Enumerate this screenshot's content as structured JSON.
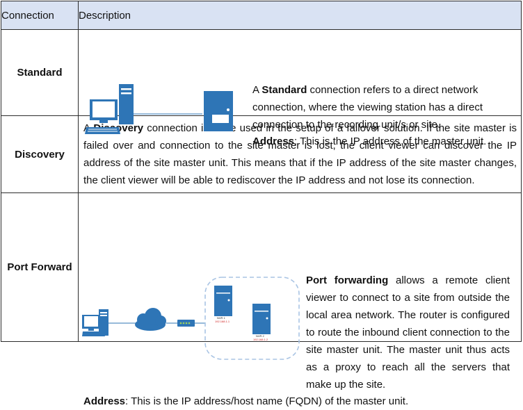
{
  "header": {
    "col1": "Connection",
    "col2": "Description"
  },
  "rows": {
    "standard": {
      "name": "Standard",
      "p1_pre": "A ",
      "p1_bold": "Standard",
      "p1_post": " connection refers to a direct network connection, where the viewing station has a direct connection to the recording unit/s or site.",
      "addr_label": "Address",
      "addr_text": ": This is the IP address of the master unit."
    },
    "discovery": {
      "name": "Discovery",
      "pre": "A ",
      "bold": "Discovery",
      "post": " connection is to be used in the setup of a failover solution. If the site master is failed over and connection to the site master is lost, the client viewer can discover the IP address of the site master unit. This means that if the IP address of the site master changes, the client viewer will be able to rediscover the IP address and not lose its connection."
    },
    "port_forward": {
      "name": "Port Forward",
      "bold": "Port forwarding",
      "post": " allows a remote client viewer to connect to a site from outside the local area network. The router is configured to route the inbound client connection to the site master unit. The master unit thus acts as a proxy to reach all the servers that make up the site.",
      "addr_label": "Address",
      "addr_text": ": This is the IP address/host name (FQDN) of the master unit.",
      "servers": [
        {
          "name": "NVR 1",
          "ip": "192.168.1.1"
        },
        {
          "name": "NVR 2",
          "ip": "192.168.1.2"
        }
      ]
    }
  },
  "colors": {
    "header_bg": "#d9e2f3",
    "device_blue": "#2e75b6",
    "border": "#2b2b2b"
  },
  "icons": [
    "computer-icon",
    "server-icon",
    "cloud-icon",
    "router-icon"
  ]
}
